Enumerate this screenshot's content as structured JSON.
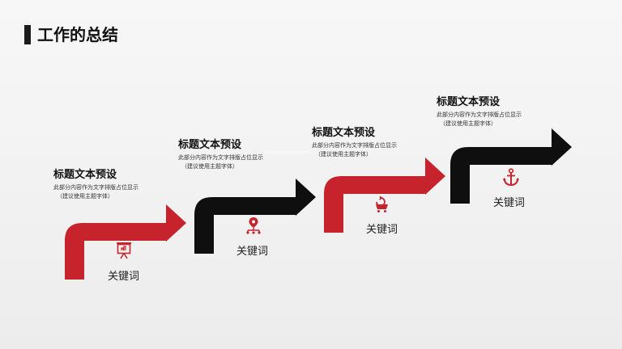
{
  "page": {
    "title": "工作的总结"
  },
  "colors": {
    "red": "#c6232c",
    "black": "#0f0f0f"
  },
  "steps": [
    {
      "title": "标题文本预设",
      "desc_line1": "此部分内容作为文字排版占位显示",
      "desc_line2": "（建议使用主题字体）",
      "keyword": "关键词",
      "icon": "presentation-board-icon",
      "color": "red"
    },
    {
      "title": "标题文本预设",
      "desc_line1": "此部分内容作为文字排版占位显示",
      "desc_line2": "（建议使用主题字体）",
      "keyword": "关键词",
      "icon": "network-location-icon",
      "color": "black"
    },
    {
      "title": "标题文本预设",
      "desc_line1": "此部分内容作为文字排版占位显示",
      "desc_line2": "（建议使用主题字体）",
      "keyword": "关键词",
      "icon": "cart-refresh-icon",
      "color": "red"
    },
    {
      "title": "标题文本预设",
      "desc_line1": "此部分内容作为文字排版占位显示",
      "desc_line2": "（建议使用主题字体）",
      "keyword": "关键词",
      "icon": "anchor-icon",
      "color": "black"
    }
  ]
}
